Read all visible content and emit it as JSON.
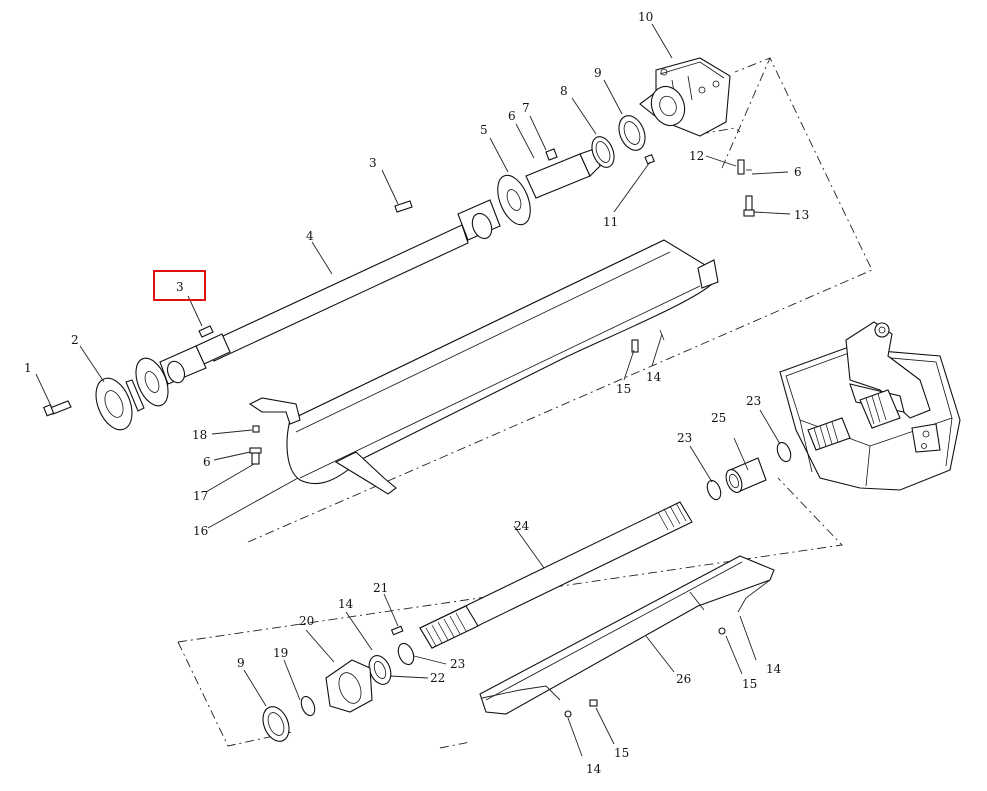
{
  "diagram": {
    "title": "",
    "highlight_color": "#e01010",
    "line_color": "#111111",
    "background": "#ffffff"
  },
  "labels": {
    "p1": "1",
    "p2": "2",
    "p3a": "3",
    "p3b": "3",
    "p4": "4",
    "p5": "5",
    "p6a": "6",
    "p6b": "6",
    "p6c": "6",
    "p7": "7",
    "p8": "8",
    "p9a": "9",
    "p9b": "9",
    "p10": "10",
    "p11": "11",
    "p12": "12",
    "p13": "13",
    "p14a": "14",
    "p14b": "14",
    "p14c": "14",
    "p14d": "14",
    "p15a": "15",
    "p15b": "15",
    "p15c": "15",
    "p16": "16",
    "p17": "17",
    "p18": "18",
    "p19": "19",
    "p20": "20",
    "p21": "21",
    "p22": "22",
    "p23a": "23",
    "p23b": "23",
    "p23c": "23",
    "p24": "24",
    "p25": "25",
    "p26": "26"
  }
}
